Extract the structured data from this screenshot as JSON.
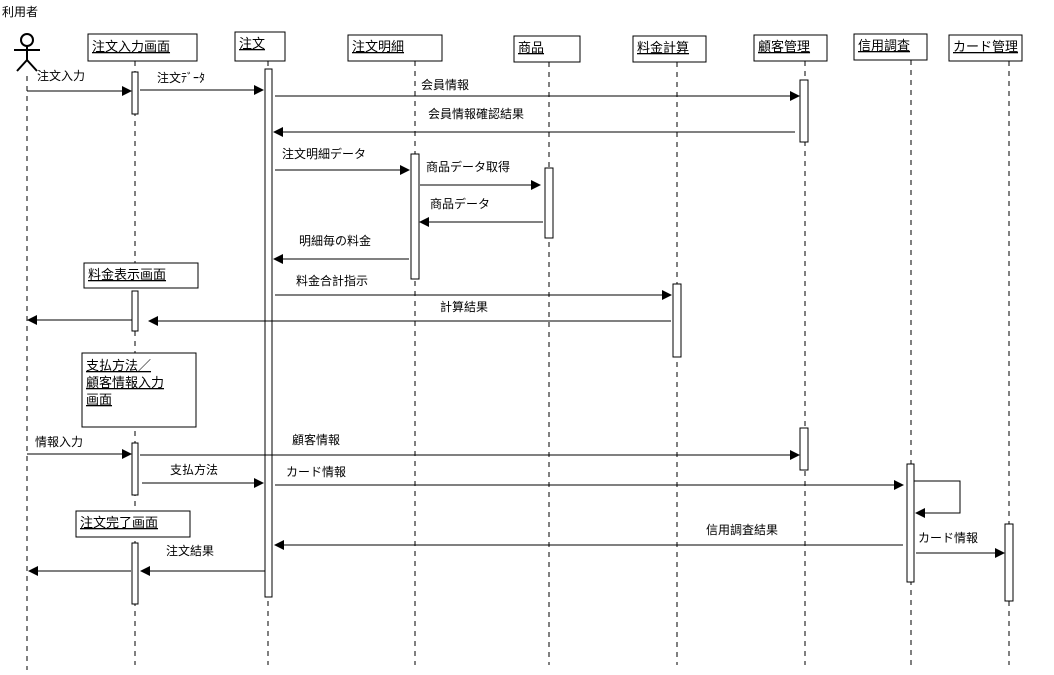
{
  "actor": {
    "label": "利用者"
  },
  "objects": [
    {
      "id": "input_screen",
      "label": "注文入力画面"
    },
    {
      "id": "order",
      "label": "注文"
    },
    {
      "id": "order_detail",
      "label": "注文明細"
    },
    {
      "id": "product",
      "label": "商品"
    },
    {
      "id": "price_calc",
      "label": "料金計算"
    },
    {
      "id": "customer_mgmt",
      "label": "顧客管理"
    },
    {
      "id": "credit_check",
      "label": "信用調査"
    },
    {
      "id": "card_mgmt",
      "label": "カード管理"
    }
  ],
  "notes": {
    "price_screen": "料金表示画面",
    "payment_screen_1": "支払方法／",
    "payment_screen_2": "顧客情報入力",
    "payment_screen_3": "画面",
    "complete_screen": "注文完了画面"
  },
  "messages": {
    "order_input": "注文入力",
    "order_data": "注文ﾃﾞｰﾀ",
    "member_info": "会員情報",
    "member_result": "会員情報確認結果",
    "detail_data": "注文明細データ",
    "get_product": "商品データ取得",
    "product_data": "商品データ",
    "detail_price": "明細毎の料金",
    "total_instr": "料金合計指示",
    "calc_result": "計算結果",
    "info_input": "情報入力",
    "customer_info": "顧客情報",
    "payment_method": "支払方法",
    "card_info": "カード情報",
    "credit_result": "信用調査結果",
    "card_info2": "カード情報",
    "order_result": "注文結果"
  }
}
